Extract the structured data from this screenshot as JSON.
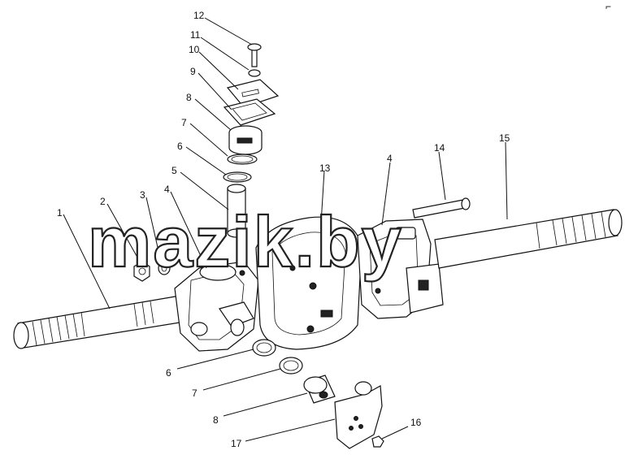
{
  "watermark": "mazik.by",
  "corner_mark": "⌐",
  "callouts": [
    {
      "id": "c12",
      "label": "12"
    },
    {
      "id": "c11",
      "label": "11"
    },
    {
      "id": "c10",
      "label": "10"
    },
    {
      "id": "c9",
      "label": "9"
    },
    {
      "id": "c8a",
      "label": "8"
    },
    {
      "id": "c7a",
      "label": "7"
    },
    {
      "id": "c6a",
      "label": "6"
    },
    {
      "id": "c5",
      "label": "5"
    },
    {
      "id": "c4a",
      "label": "4"
    },
    {
      "id": "c3",
      "label": "3"
    },
    {
      "id": "c2",
      "label": "2"
    },
    {
      "id": "c1",
      "label": "1"
    },
    {
      "id": "c13",
      "label": "13"
    },
    {
      "id": "c4b",
      "label": "4"
    },
    {
      "id": "c14",
      "label": "14"
    },
    {
      "id": "c15",
      "label": "15"
    },
    {
      "id": "c6b",
      "label": "6"
    },
    {
      "id": "c7b",
      "label": "7"
    },
    {
      "id": "c8b",
      "label": "8"
    },
    {
      "id": "c17",
      "label": "17"
    },
    {
      "id": "c16",
      "label": "16"
    }
  ]
}
